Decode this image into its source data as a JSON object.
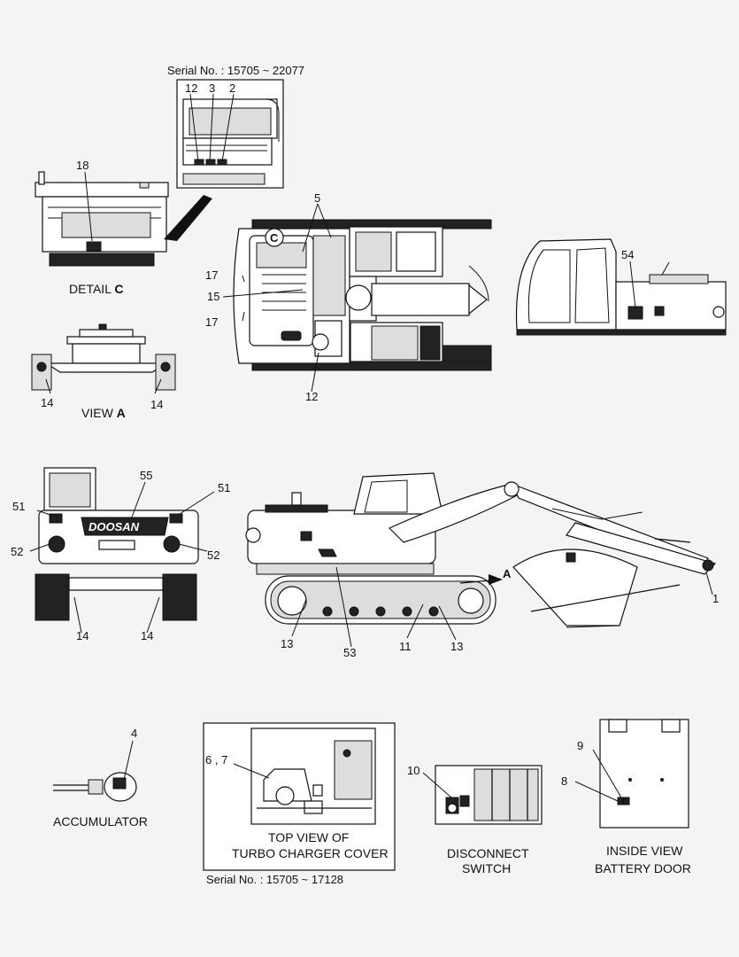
{
  "serials": {
    "detail_c": "Serial No. : 15705 ~ 22077",
    "turbo": "Serial No. : 15705 ~ 17128"
  },
  "captions": {
    "detail_c": "DETAIL",
    "detail_c_letter": "C",
    "view_a": "VIEW",
    "view_a_letter": "A",
    "accumulator": "ACCUMULATOR",
    "turbo_line1": "TOP VIEW OF",
    "turbo_line2": "TURBO CHARGER COVER",
    "disconnect_line1": "DISCONNECT",
    "disconnect_line2": "SWITCH",
    "battery_line1": "INSIDE VIEW",
    "battery_line2": "BATTERY DOOR"
  },
  "markers": {
    "c": "C",
    "a": "A"
  },
  "brand": "DOOSAN",
  "callouts": {
    "c12": "12",
    "c3": "3",
    "c2": "2",
    "c18": "18",
    "t5": "5",
    "t17a": "17",
    "t15": "15",
    "t17b": "17",
    "t12": "12",
    "s54": "54",
    "v14a": "14",
    "v14b": "14",
    "r55": "55",
    "r51a": "51",
    "r51b": "51",
    "r52a": "52",
    "r52b": "52",
    "r14a": "14",
    "r14b": "14",
    "m1": "1",
    "m13a": "13",
    "m53": "53",
    "m11": "11",
    "m13b": "13",
    "b4": "4",
    "b67": "6 , 7",
    "b10": "10",
    "b9": "9",
    "b8": "8"
  }
}
